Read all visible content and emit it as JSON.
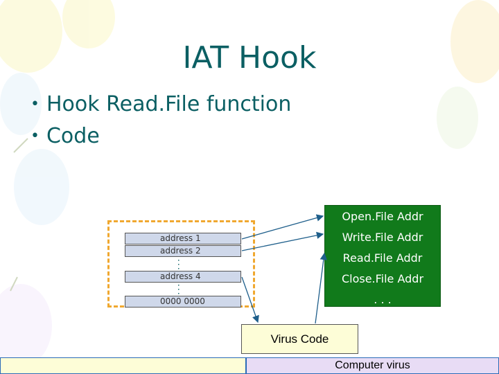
{
  "slide": {
    "title": "IAT Hook",
    "bullets": [
      "Hook Read.File function",
      "Code"
    ]
  },
  "iat_table": {
    "address_1": "address 1",
    "address_2": "address 2",
    "address_4": "address 4",
    "terminator": "0000 0000"
  },
  "api_table": {
    "rows": [
      "Open.File Addr",
      "Write.File Addr",
      "Read.File Addr",
      "Close.File Addr",
      ". . ."
    ]
  },
  "virus_code": "Virus Code",
  "footer": {
    "right_text": "Computer virus"
  },
  "colors": {
    "title": "#0b5f63",
    "api_table_bg": "#117a1b",
    "dashed_border": "#f0a830",
    "arrow": "#1f5f8b"
  }
}
